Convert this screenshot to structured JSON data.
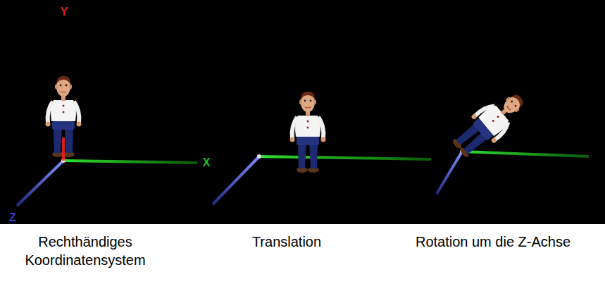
{
  "diagram": {
    "labels": [
      "Y",
      "X",
      "Z",
      "Rechthändiges Koordinatensystem",
      "Translation",
      "Rotation um die Z-Achse"
    ]
  }
}
